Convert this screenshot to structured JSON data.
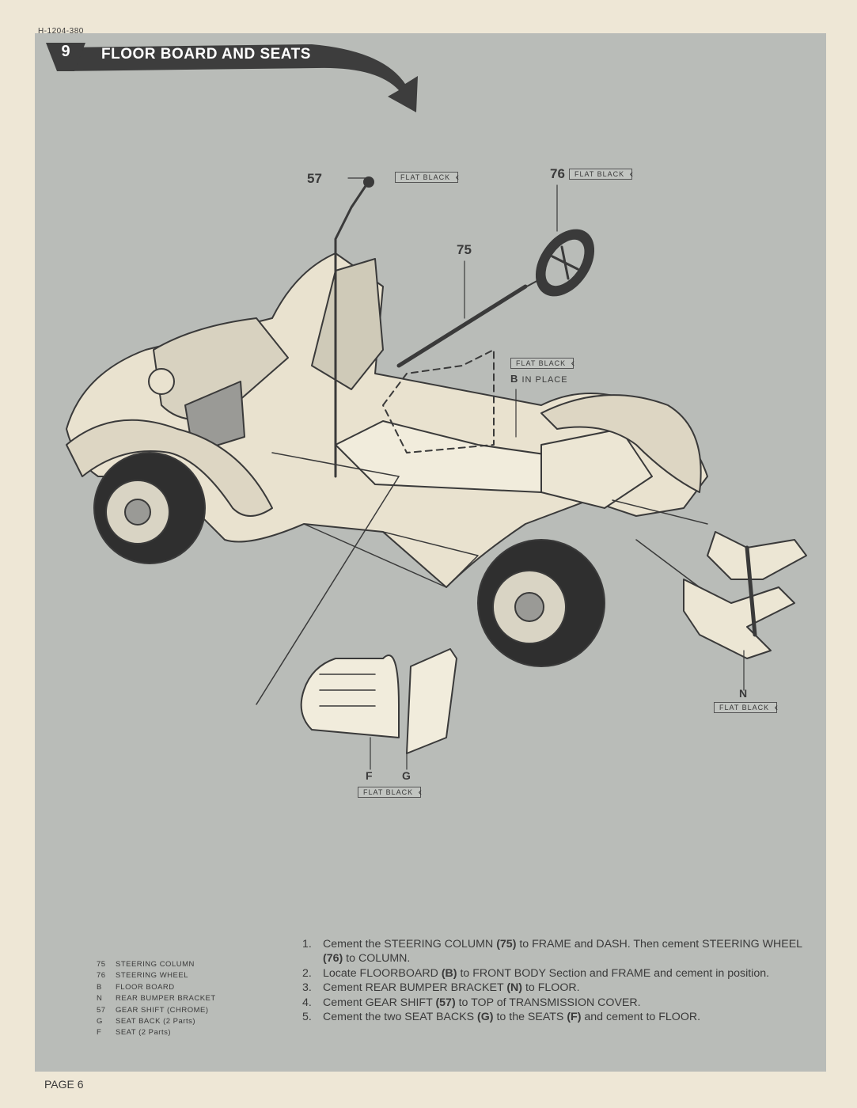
{
  "doc_code": "H-1204-380",
  "step": {
    "number": "9",
    "title": "FLOOR BOARD AND SEATS"
  },
  "callouts": {
    "c57": "57",
    "c76": "76",
    "c75": "75",
    "cb": "B",
    "cn": "N",
    "cf": "F",
    "cg": "G"
  },
  "tags": {
    "t57": "FLAT BLACK",
    "t76": "FLAT BLACK",
    "tb": "FLAT BLACK",
    "tn": "FLAT BLACK",
    "tfg": "FLAT BLACK",
    "b_in_place": "IN PLACE"
  },
  "legend": [
    {
      "key": "75",
      "label": "STEERING COLUMN"
    },
    {
      "key": "76",
      "label": "STEERING WHEEL"
    },
    {
      "key": "B",
      "label": "FLOOR BOARD"
    },
    {
      "key": "N",
      "label": "REAR BUMPER BRACKET"
    },
    {
      "key": "57",
      "label": "GEAR SHIFT (CHROME)"
    },
    {
      "key": "G",
      "label": "SEAT BACK (2 Parts)"
    },
    {
      "key": "F",
      "label": "SEAT  (2 Parts)"
    }
  ],
  "instructions": [
    {
      "n": "1.",
      "parts": [
        "Cement the STEERING COLUMN ",
        "(75)",
        " to FRAME and DASH. Then cement STEERING WHEEL ",
        "(76)",
        " to COLUMN."
      ]
    },
    {
      "n": "2.",
      "parts": [
        "Locate FLOORBOARD ",
        "(B)",
        " to FRONT BODY Section and FRAME and cement in position."
      ]
    },
    {
      "n": "3.",
      "parts": [
        "Cement REAR BUMPER BRACKET ",
        "(N)",
        " to FLOOR."
      ]
    },
    {
      "n": "4.",
      "parts": [
        "Cement GEAR SHIFT ",
        "(57)",
        " to TOP of TRANSMISSION COVER."
      ]
    },
    {
      "n": "5.",
      "parts": [
        "Cement the two SEAT BACKS ",
        "(G)",
        " to the SEATS ",
        "(F)",
        " and cement to FLOOR."
      ]
    }
  ],
  "page_label": "PAGE 6"
}
